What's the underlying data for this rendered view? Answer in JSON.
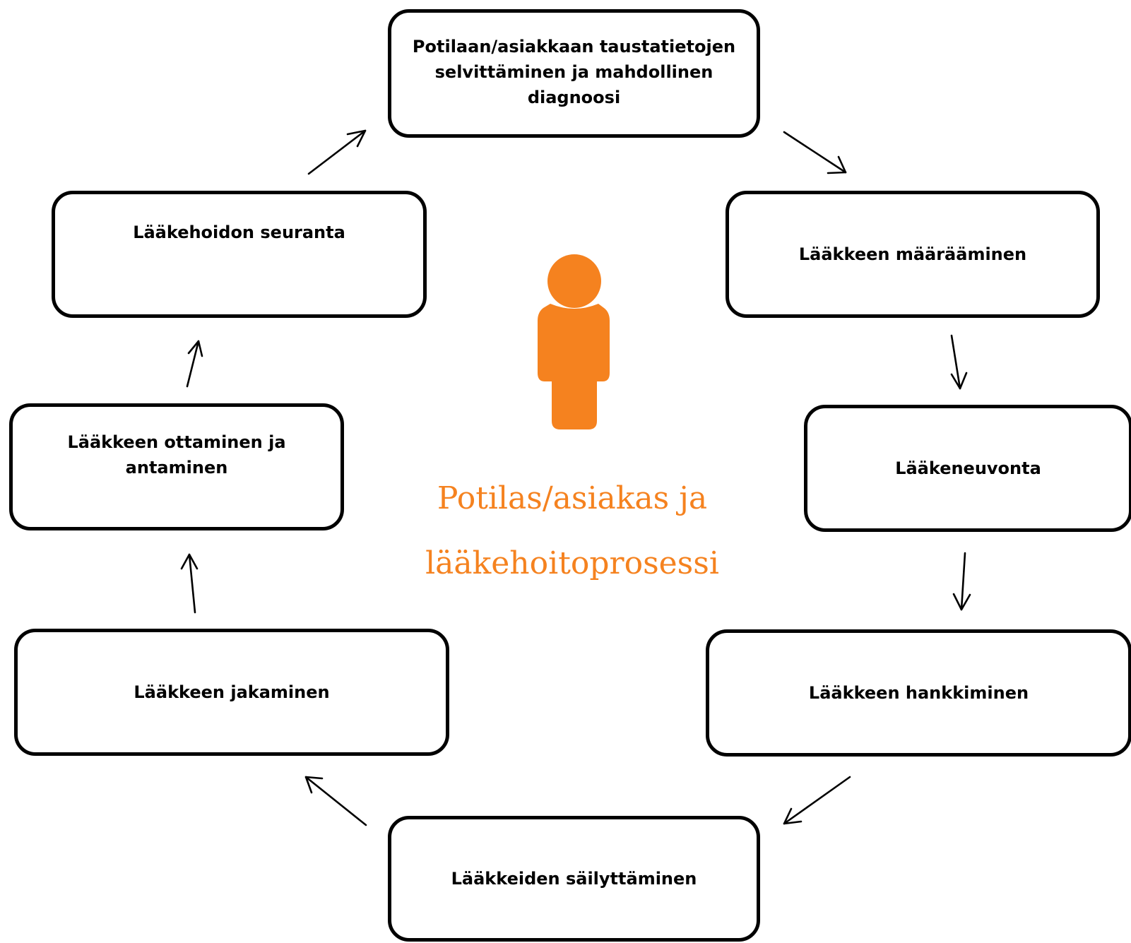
{
  "accent_color": "#f5821f",
  "center": {
    "icon": "person-icon",
    "title": "Potilas/asiakas ja\nlääkehoitoprosessi"
  },
  "steps": [
    {
      "label": "Potilaan/asiakkaan taustatietojen\nselvittäminen ja mahdollinen\ndiagnoosi"
    },
    {
      "label": "Lääkkeen määrääminen"
    },
    {
      "label": "Lääkeneuvonta"
    },
    {
      "label": "Lääkkeen hankkiminen"
    },
    {
      "label": "Lääkkeiden säilyttäminen"
    },
    {
      "label": "Lääkkeen jakaminen"
    },
    {
      "label": "Lääkkeen ottaminen ja\nantaminen"
    },
    {
      "label": "Lääkehoidon seuranta"
    }
  ]
}
